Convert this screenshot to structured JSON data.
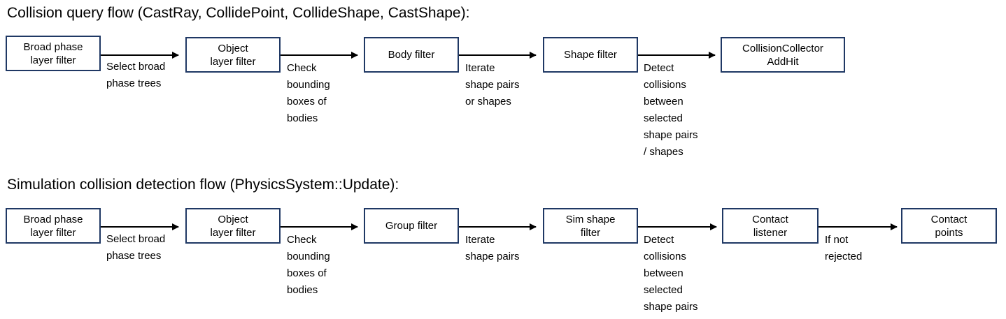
{
  "colors": {
    "box_border": "#1F3864",
    "arrow": "#000000",
    "text": "#000000",
    "background": "#FFFFFF"
  },
  "diagrams": [
    {
      "id": "collision-query-flow",
      "title": "Collision query flow (CastRay, CollidePoint, CollideShape, CastShape):",
      "nodes": [
        {
          "id": "broad-phase-layer-filter",
          "label": "Broad phase\nlayer filter"
        },
        {
          "id": "object-layer-filter",
          "label": "Object\nlayer filter"
        },
        {
          "id": "body-filter",
          "label": "Body filter"
        },
        {
          "id": "shape-filter",
          "label": "Shape filter"
        },
        {
          "id": "collision-collector-addhit",
          "label": "CollisionCollector\nAddHit"
        }
      ],
      "edges": [
        {
          "id": "edge-select-broad-phase-trees",
          "label": "Select broad\nphase trees"
        },
        {
          "id": "edge-check-bounding-boxes",
          "label": "Check\nbounding\nboxes of\nbodies"
        },
        {
          "id": "edge-iterate-shape-pairs-or-shapes",
          "label": "Iterate\nshape pairs\nor shapes"
        },
        {
          "id": "edge-detect-collisions",
          "label": "Detect\ncollisions\nbetween\nselected\nshape pairs\n/ shapes"
        }
      ]
    },
    {
      "id": "simulation-collision-detection-flow",
      "title": "Simulation collision detection flow (PhysicsSystem::Update):",
      "nodes": [
        {
          "id": "broad-phase-layer-filter-sim",
          "label": "Broad phase\nlayer filter"
        },
        {
          "id": "object-layer-filter-sim",
          "label": "Object\nlayer filter"
        },
        {
          "id": "group-filter",
          "label": "Group filter"
        },
        {
          "id": "sim-shape-filter",
          "label": "Sim shape\nfilter"
        },
        {
          "id": "contact-listener",
          "label": "Contact\nlistener"
        },
        {
          "id": "contact-points",
          "label": "Contact\npoints"
        }
      ],
      "edges": [
        {
          "id": "edge-select-broad-phase-trees-sim",
          "label": "Select broad\nphase trees"
        },
        {
          "id": "edge-check-bounding-boxes-sim",
          "label": "Check\nbounding\nboxes of\nbodies"
        },
        {
          "id": "edge-iterate-shape-pairs",
          "label": "Iterate\nshape pairs"
        },
        {
          "id": "edge-detect-collisions-sim",
          "label": "Detect\ncollisions\nbetween\nselected\nshape pairs"
        },
        {
          "id": "edge-if-not-rejected",
          "label": "If not\nrejected"
        }
      ]
    }
  ]
}
